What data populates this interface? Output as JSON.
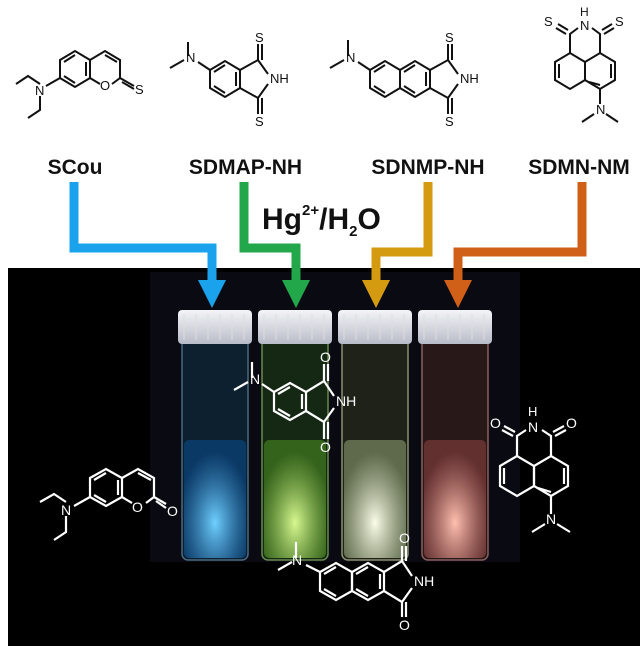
{
  "compounds": [
    {
      "name": "SCou",
      "arrow_color": "#1aa3ec",
      "product_color": "#3aa8ff"
    },
    {
      "name": "SDMAP-NH",
      "arrow_color": "#22a84a",
      "product_color": "#a8e05a"
    },
    {
      "name": "SDNMP-NH",
      "arrow_color": "#d49a10",
      "product_color": "#e8f0c8"
    },
    {
      "name": "SDMN-NM",
      "arrow_color": "#d06018",
      "product_color": "#e8a090"
    }
  ],
  "reagent": {
    "main": "Hg",
    "charge": "2+",
    "solvent_a": "/H",
    "subscript": "2",
    "solvent_b": "O"
  },
  "atoms": {
    "N": "N",
    "O": "O",
    "S": "S",
    "NH": "NH",
    "H": "H"
  }
}
